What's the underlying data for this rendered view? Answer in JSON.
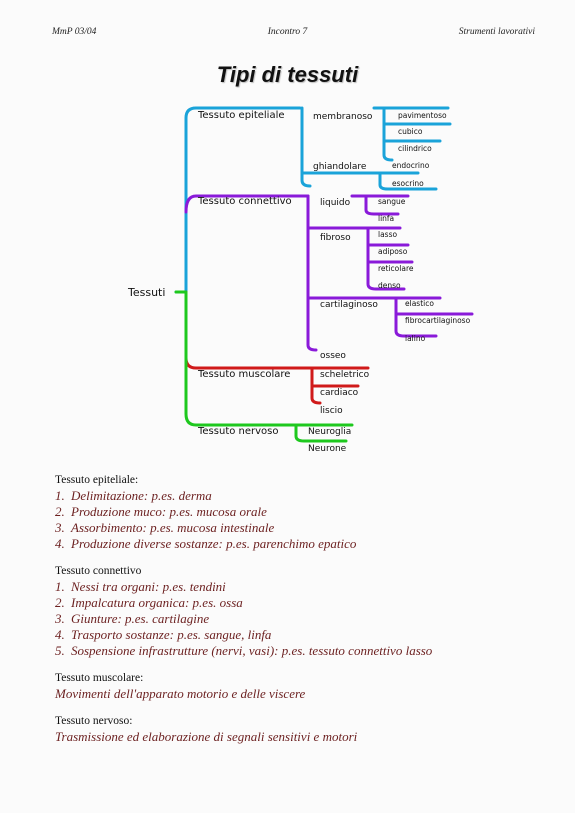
{
  "header": {
    "left": "MmP 03/04",
    "center": "Incontro 7",
    "right": "Strumenti lavorativi"
  },
  "title": "Tipi di tessuti",
  "diagram": {
    "root": "Tessuti",
    "colors": {
      "epiteliale": "#1aa3d9",
      "connettivo": "#8a1ad9",
      "muscolare": "#d01a1a",
      "nervoso": "#1ec81e"
    },
    "epiteliale": {
      "label": "Tessuto epiteliale",
      "membranoso": "membranoso",
      "membranoso_children": [
        "pavimentoso",
        "cubico",
        "cilindrico"
      ],
      "ghiandolare": "ghiandolare",
      "ghiandolare_children": [
        "endocrino",
        "esocrino"
      ]
    },
    "connettivo": {
      "label": "Tessuto connettivo",
      "liquido": "liquido",
      "liquido_children": [
        "sangue",
        "linfa"
      ],
      "fibroso": "fibroso",
      "fibroso_children": [
        "lasso",
        "adiposo",
        "reticolare",
        "denso"
      ],
      "cartilaginoso": "cartilaginoso",
      "cartilaginoso_children": [
        "elastico",
        "fibrocartilaginoso",
        "ialino"
      ],
      "osseo": "osseo"
    },
    "muscolare": {
      "label": "Tessuto muscolare",
      "children": [
        "scheletrico",
        "cardiaco",
        "liscio"
      ]
    },
    "nervoso": {
      "label": "Tessuto nervoso",
      "children": [
        "Neuroglia",
        "Neurone"
      ]
    }
  },
  "sections": {
    "epiteliale": {
      "title": "Tessuto epiteliale:",
      "items": [
        {
          "num": "1.",
          "text": "Delimitazione: p.es. derma"
        },
        {
          "num": "2.",
          "text": "Produzione muco: p.es. mucosa orale"
        },
        {
          "num": "3.",
          "text": "Assorbimento: p.es. mucosa intestinale"
        },
        {
          "num": "4.",
          "text": "Produzione diverse sostanze: p.es. parenchimo epatico"
        }
      ]
    },
    "connettivo": {
      "title": "Tessuto connettivo",
      "items": [
        {
          "num": "1.",
          "text": "Nessi tra organi: p.es. tendini"
        },
        {
          "num": "2.",
          "text": "Impalcatura organica: p.es. ossa"
        },
        {
          "num": "3.",
          "text": "Giunture: p.es. cartilagine"
        },
        {
          "num": "4.",
          "text": "Trasporto sostanze: p.es. sangue, linfa"
        },
        {
          "num": "5.",
          "text": "Sospensione infrastrutture (nervi, vasi): p.es. tessuto connettivo lasso"
        }
      ]
    },
    "muscolare": {
      "title": "Tessuto muscolare:",
      "text": "Movimenti dell'apparato motorio e delle viscere"
    },
    "nervoso": {
      "title": "Tessuto nervoso:",
      "text": "Trasmissione ed elaborazione di segnali sensitivi e motori"
    }
  }
}
